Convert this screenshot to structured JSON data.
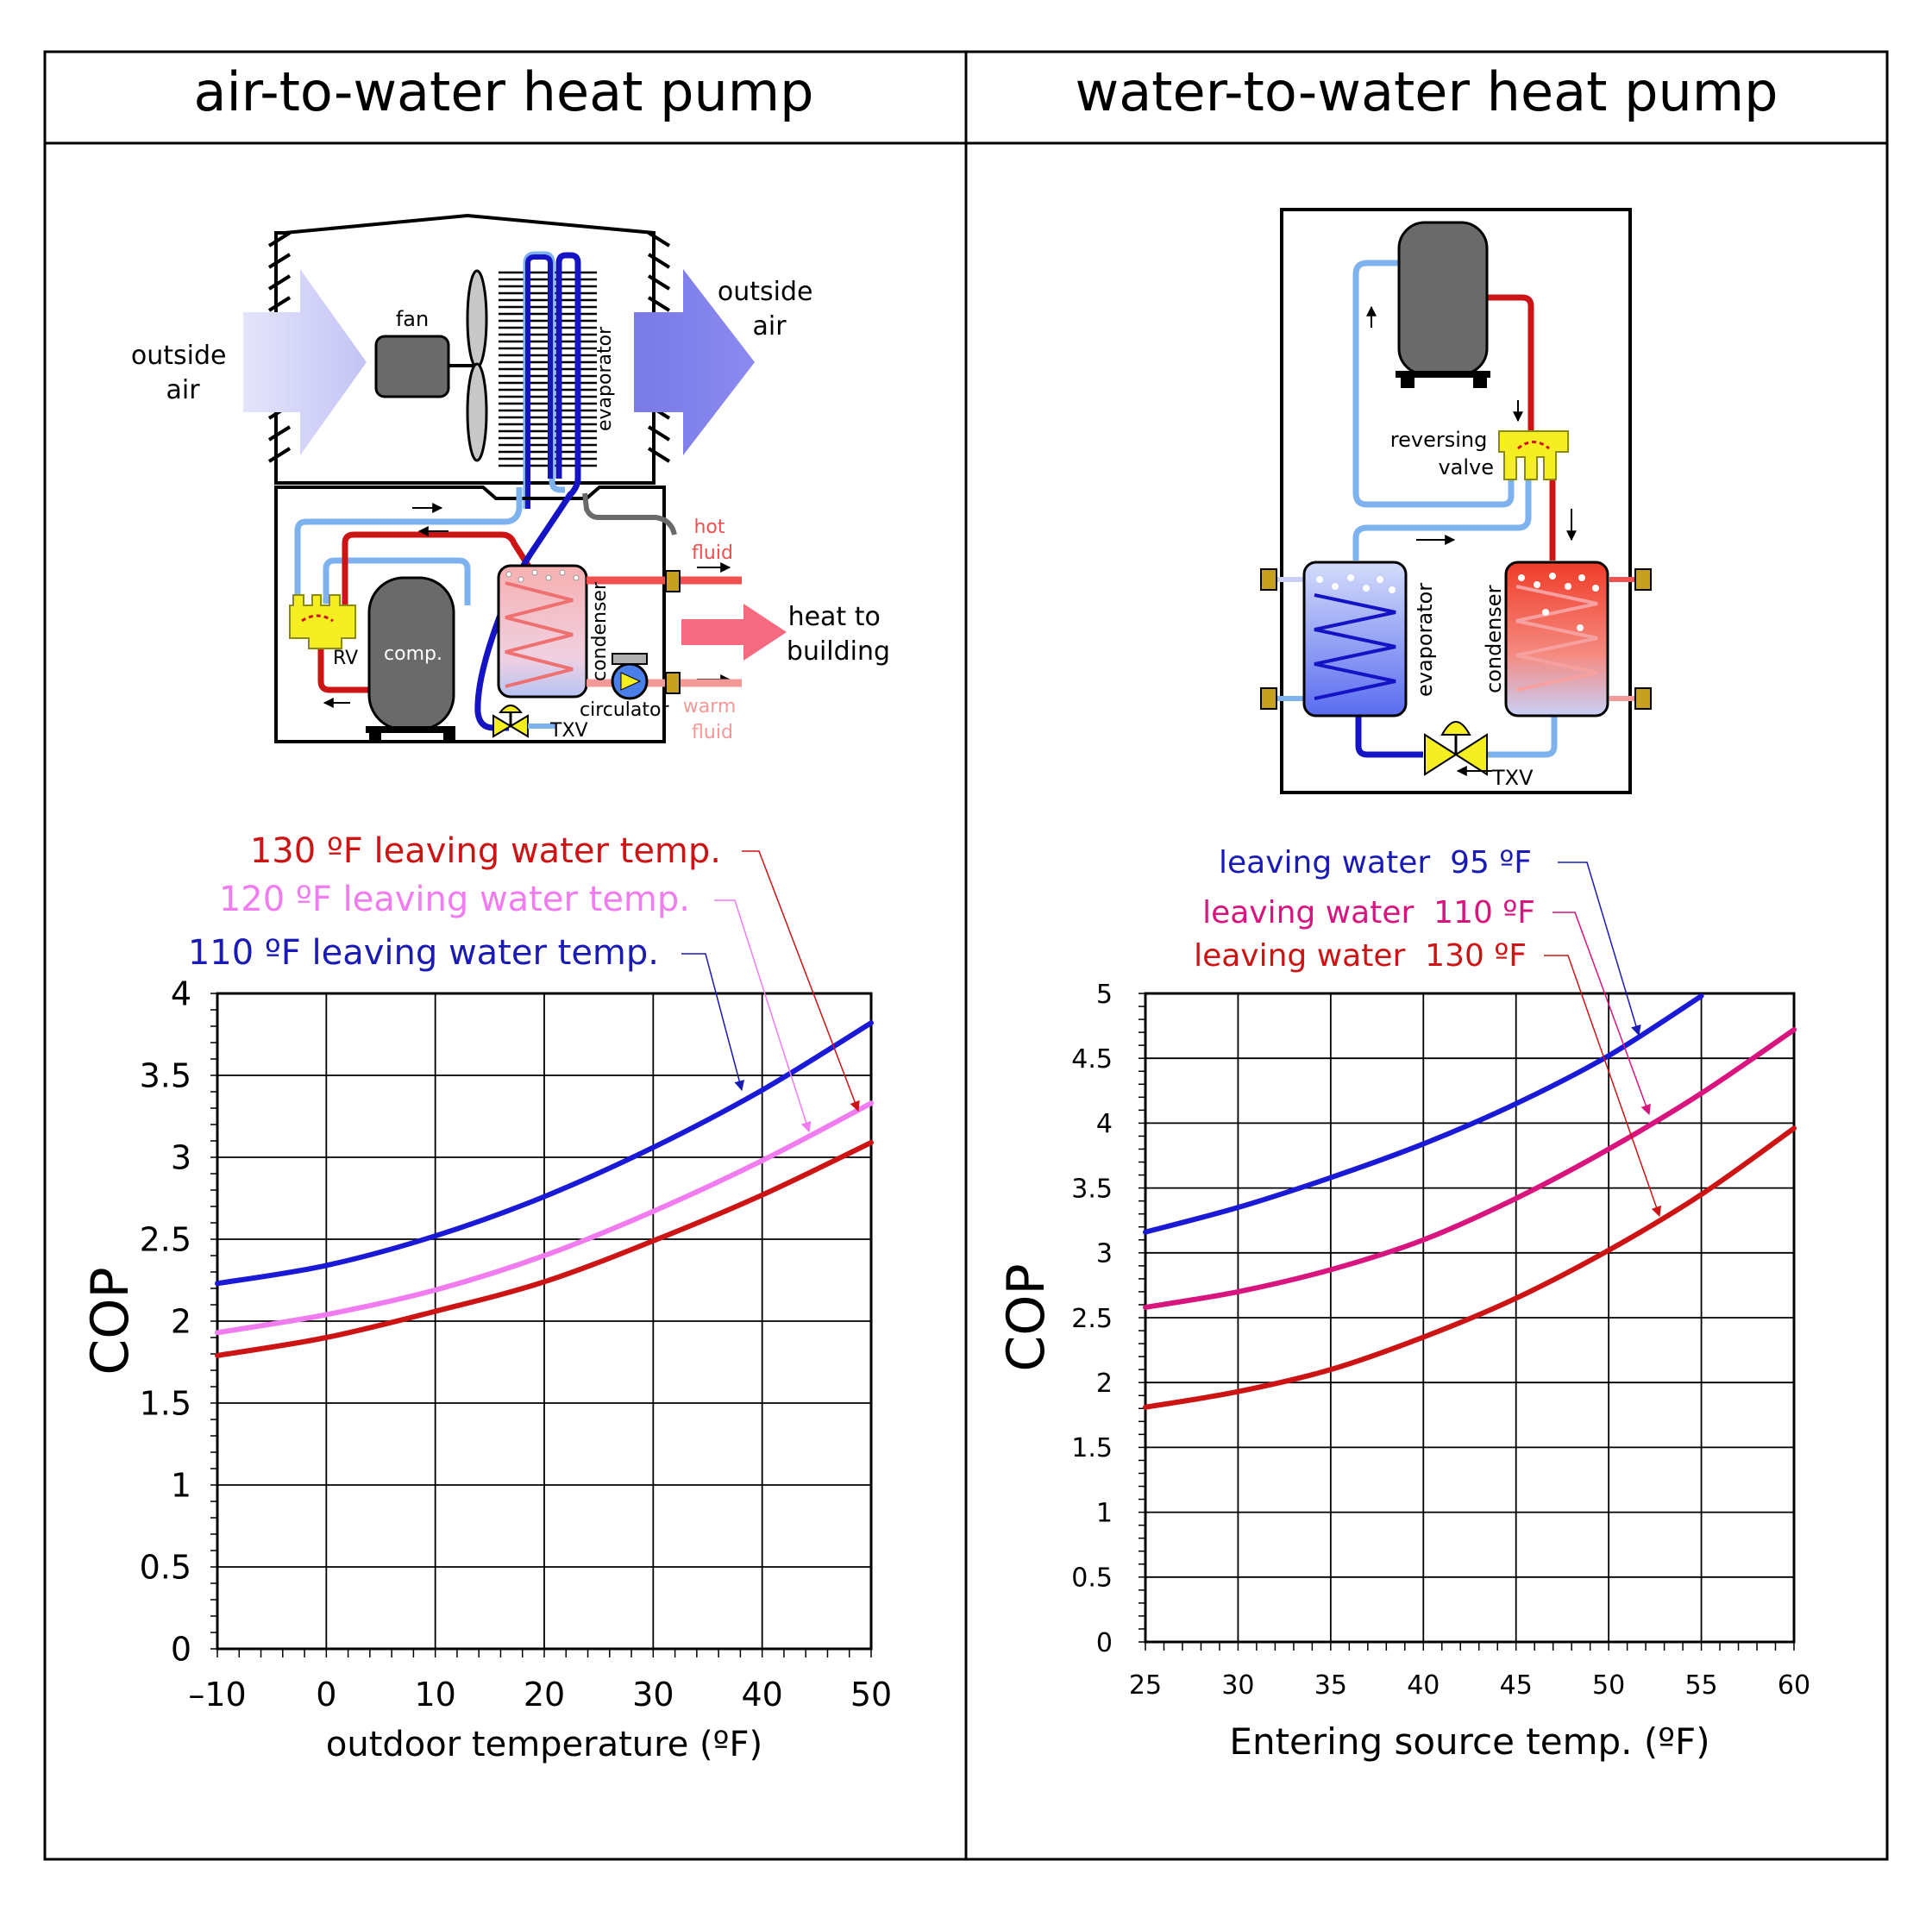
{
  "panels": {
    "left": {
      "title": "air-to-water heat pump"
    },
    "right": {
      "title": "water-to-water heat pump"
    }
  },
  "diagram_left": {
    "outside_air_in": [
      "outside",
      "air"
    ],
    "outside_air_out": [
      "outside",
      "air"
    ],
    "fan": "fan",
    "evaporator": "evaporator",
    "hot_fluid": [
      "hot",
      "fluid"
    ],
    "heat_to_building": [
      "heat to",
      "building"
    ],
    "rv": "RV",
    "comp": "comp.",
    "condenser": "condenser",
    "circulator": "circulator",
    "txv": "TXV",
    "warm_fluid": [
      "warm",
      "fluid"
    ]
  },
  "diagram_right": {
    "reversing_valve": [
      "reversing",
      "valve"
    ],
    "evaporator": "evaporator",
    "condenser": "condenser",
    "txv": "TXV"
  },
  "colors": {
    "blue": "#1a1ad6",
    "pink": "#f07cf0",
    "red": "#cc1414",
    "magenta": "#d8147e",
    "label_blue": "#1a1ab4",
    "label_pink": "#f07cf0",
    "label_red": "#cc1414",
    "label_magenta": "#d8147e"
  },
  "chart_data": [
    {
      "type": "line",
      "xlabel": "outdoor temperature (ºF)",
      "ylabel": "COP",
      "xlim": [
        -10,
        50
      ],
      "ylim": [
        0,
        4
      ],
      "xticks": [
        -10,
        0,
        10,
        20,
        30,
        40,
        50
      ],
      "xtick_labels": [
        "–10",
        "0",
        "10",
        "20",
        "30",
        "40",
        "50"
      ],
      "yticks": [
        0,
        0.5,
        1,
        1.5,
        2,
        2.5,
        3,
        3.5,
        4
      ],
      "ytick_labels": [
        "0",
        "0.5",
        "1",
        "1.5",
        "2",
        "2.5",
        "3",
        "3.5",
        "4"
      ],
      "grid": true,
      "series": [
        {
          "name": "130 ºF leaving water temp.",
          "color": "#cc1414",
          "x": [
            -10,
            0,
            10,
            20,
            30,
            40,
            50
          ],
          "y": [
            1.79,
            1.9,
            2.06,
            2.24,
            2.49,
            2.77,
            3.09
          ]
        },
        {
          "name": "120 ºF leaving water temp.",
          "color": "#f07cf0",
          "x": [
            -10,
            0,
            10,
            20,
            30,
            40,
            50
          ],
          "y": [
            1.93,
            2.04,
            2.19,
            2.4,
            2.67,
            2.98,
            3.33
          ]
        },
        {
          "name": "110 ºF leaving water temp.",
          "color": "#1a1ad6",
          "x": [
            -10,
            0,
            10,
            20,
            30,
            40,
            50
          ],
          "y": [
            2.23,
            2.34,
            2.52,
            2.76,
            3.06,
            3.41,
            3.82
          ]
        }
      ]
    },
    {
      "type": "line",
      "xlabel": "Entering source temp. (ºF)",
      "ylabel": "COP",
      "xlim": [
        25,
        60
      ],
      "ylim": [
        0,
        5
      ],
      "xticks": [
        25,
        30,
        35,
        40,
        45,
        50,
        55,
        60
      ],
      "xtick_labels": [
        "25",
        "30",
        "35",
        "40",
        "45",
        "50",
        "55",
        "60"
      ],
      "yticks": [
        0,
        0.5,
        1,
        1.5,
        2,
        2.5,
        3,
        3.5,
        4,
        4.5,
        5
      ],
      "ytick_labels": [
        "0",
        "0.5",
        "1",
        "1.5",
        "2",
        "2.5",
        "3",
        "3.5",
        "4",
        "4.5",
        "5"
      ],
      "grid": true,
      "series": [
        {
          "name": "leaving water  95 ºF",
          "color": "#1a1ad6",
          "x": [
            25,
            30,
            35,
            40,
            45,
            50,
            55
          ],
          "y": [
            3.16,
            3.35,
            3.58,
            3.84,
            4.15,
            4.52,
            4.98
          ]
        },
        {
          "name": "leaving water  110 ºF",
          "color": "#d8147e",
          "x": [
            25,
            30,
            35,
            40,
            45,
            50,
            55,
            60
          ],
          "y": [
            2.58,
            2.7,
            2.87,
            3.1,
            3.42,
            3.8,
            4.23,
            4.72
          ]
        },
        {
          "name": "leaving water  130 ºF",
          "color": "#cc1414",
          "x": [
            25,
            30,
            35,
            40,
            45,
            50,
            55,
            60
          ],
          "y": [
            1.81,
            1.93,
            2.1,
            2.35,
            2.65,
            3.02,
            3.45,
            3.96
          ]
        }
      ]
    }
  ]
}
